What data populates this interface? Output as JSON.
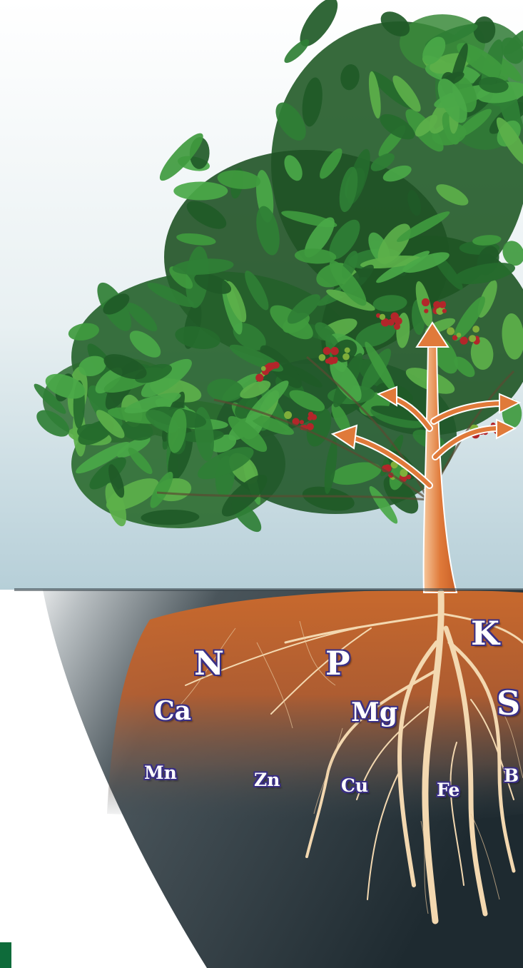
{
  "nutrients": {
    "primary": [
      "N",
      "P",
      "K"
    ],
    "secondary": [
      "Ca",
      "Mg",
      "S"
    ],
    "micro": [
      "Mn",
      "Zn",
      "Cu",
      "Fe",
      "B"
    ]
  },
  "colors": {
    "sky_top": "#ffffff",
    "sky_bottom": "#b9d2da",
    "soil_dark": "#2f3a40",
    "root_zone": "#c86a30",
    "arrow": "#e07a3a",
    "root_light": "#f3d8b0",
    "label_outline": "#3a2f84",
    "label_fill": "#ffffff",
    "leaf_dark": "#1f5a2a",
    "leaf_mid": "#2f7f35",
    "leaf_light": "#5aa844",
    "berry": "#b3262a",
    "corner_mark": "#0e6b3a"
  }
}
